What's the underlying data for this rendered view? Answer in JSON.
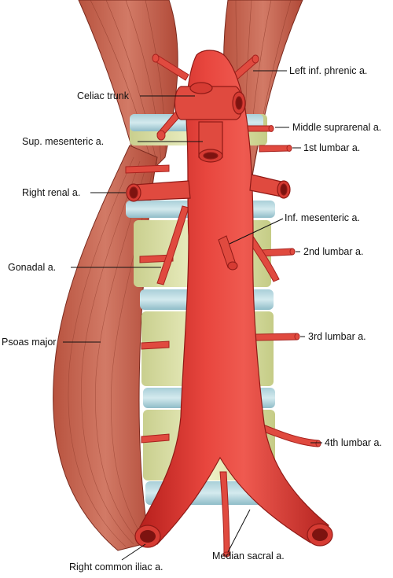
{
  "figure": {
    "labels": {
      "left_inf_phrenic": "Left inf. phrenic a.",
      "celiac_trunk": "Celiac trunk",
      "middle_suprarenal": "Middle suprarenal a.",
      "sup_mesenteric": "Sup. mesenteric a.",
      "first_lumbar": "1st lumbar a.",
      "right_renal": "Right renal a.",
      "inf_mesenteric": "Inf. mesenteric a.",
      "second_lumbar": "2nd lumbar a.",
      "gonadal": "Gonadal a.",
      "psoas_major": "Psoas major",
      "third_lumbar": "3rd lumbar a.",
      "fourth_lumbar": "4th lumbar a.",
      "median_sacral": "Median sacral a.",
      "right_common_iliac": "Right common iliac a."
    }
  }
}
